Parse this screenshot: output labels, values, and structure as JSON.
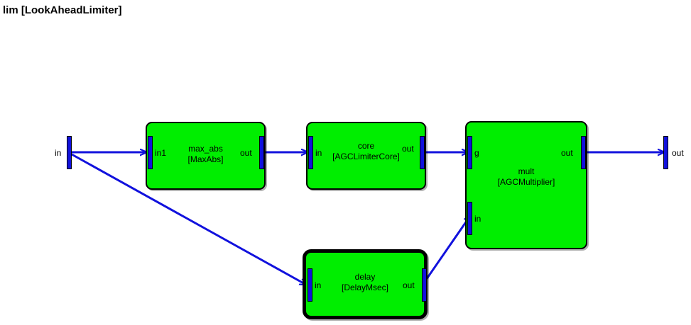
{
  "diagram": {
    "title": "lim [LookAheadLimiter]",
    "colors": {
      "block_fill": "#00ee00",
      "block_border": "#000000",
      "port": "#1111dd",
      "wire": "#1111dd",
      "background": "#ffffff"
    },
    "io": {
      "input": {
        "label": "in"
      },
      "output": {
        "label": "out"
      }
    },
    "blocks": [
      {
        "id": "max_abs",
        "name": "max_abs",
        "type": "[MaxAbs]",
        "inputs": [
          {
            "label": "in1"
          }
        ],
        "outputs": [
          {
            "label": "out"
          }
        ],
        "emphasis": "normal"
      },
      {
        "id": "core",
        "name": "core",
        "type": "[AGCLimiterCore]",
        "inputs": [
          {
            "label": "in"
          }
        ],
        "outputs": [
          {
            "label": "out"
          }
        ],
        "emphasis": "normal"
      },
      {
        "id": "mult",
        "name": "mult",
        "type": "[AGCMultiplier]",
        "inputs": [
          {
            "label": "g"
          },
          {
            "label": "in"
          }
        ],
        "outputs": [
          {
            "label": "out"
          }
        ],
        "emphasis": "normal"
      },
      {
        "id": "delay",
        "name": "delay",
        "type": "[DelayMsec]",
        "inputs": [
          {
            "label": "in"
          }
        ],
        "outputs": [
          {
            "label": "out"
          }
        ],
        "emphasis": "thick"
      }
    ],
    "connections": [
      {
        "from": "in",
        "to": "max_abs.in1"
      },
      {
        "from": "in",
        "to": "delay.in"
      },
      {
        "from": "max_abs.out",
        "to": "core.in"
      },
      {
        "from": "core.out",
        "to": "mult.g"
      },
      {
        "from": "delay.out",
        "to": "mult.in"
      },
      {
        "from": "mult.out",
        "to": "out"
      }
    ]
  }
}
